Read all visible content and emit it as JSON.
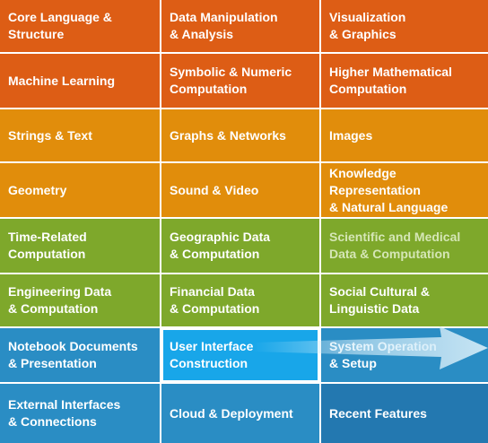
{
  "categories": {
    "r1": [
      "Core Language &\nStructure",
      "Data Manipulation\n& Analysis",
      "Visualization\n& Graphics"
    ],
    "r2": [
      "Machine Learning",
      "Symbolic & Numeric\nComputation",
      "Higher Mathematical\nComputation"
    ],
    "r3": [
      "Strings & Text",
      "Graphs & Networks",
      "Images"
    ],
    "r4": [
      "Geometry",
      "Sound & Video",
      "Knowledge Representation\n& Natural Language"
    ],
    "r5": [
      "Time-Related\nComputation",
      "Geographic Data\n& Computation",
      "Scientific and Medical\nData & Computation"
    ],
    "r6": [
      "Engineering Data\n& Computation",
      "Financial Data\n& Computation",
      "Social Cultural &\nLinguistic Data"
    ],
    "r7": [
      "Notebook Documents\n& Presentation",
      "User Interface\nConstruction",
      "System Operation\n& Setup"
    ],
    "r8": [
      "External Interfaces\n& Connections",
      "Cloud & Deployment",
      "Recent Features"
    ]
  },
  "colors": {
    "orange": "#dd5d15",
    "amber": "#e18d0b",
    "olive": "#7ea82b",
    "blue": "#2a8dc4",
    "selected": "#18a6e9"
  },
  "selected_item": "User Interface\nConstruction"
}
